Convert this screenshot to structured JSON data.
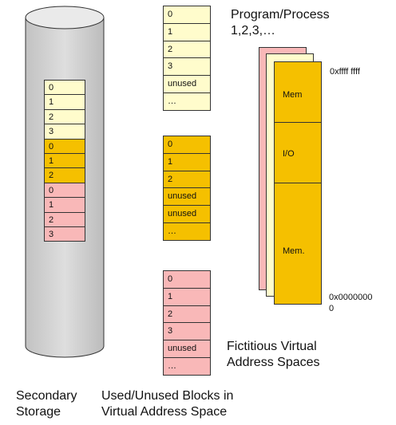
{
  "disk": {
    "blocks": [
      {
        "label": "0",
        "color": "#fffccc"
      },
      {
        "label": "1",
        "color": "#fffccc"
      },
      {
        "label": "2",
        "color": "#fffccc"
      },
      {
        "label": "3",
        "color": "#fffccc"
      },
      {
        "label": "0",
        "color": "#f5c000"
      },
      {
        "label": "1",
        "color": "#f5c000"
      },
      {
        "label": "2",
        "color": "#f5c000"
      },
      {
        "label": "0",
        "color": "#f9b8b8"
      },
      {
        "label": "1",
        "color": "#f9b8b8"
      },
      {
        "label": "2",
        "color": "#f9b8b8"
      },
      {
        "label": "3",
        "color": "#f9b8b8"
      }
    ],
    "label_line1": "Secondary",
    "label_line2": "Storage"
  },
  "virtual_spaces": [
    {
      "color": "#fffccc",
      "blocks": [
        "0",
        "1",
        "2",
        "3",
        "unused",
        "…"
      ]
    },
    {
      "color": "#f5c000",
      "blocks": [
        "0",
        "1",
        "2",
        "unused",
        "unused",
        "…"
      ]
    },
    {
      "color": "#f9b8b8",
      "blocks": [
        "0",
        "1",
        "2",
        "3",
        "unused",
        "…"
      ]
    }
  ],
  "blocks_label": {
    "line1": "Used/Unused Blocks in",
    "line2": "Virtual Address Space"
  },
  "process": {
    "title_line1": "Program/Process",
    "title_line2": "1,2,3,…",
    "segments": [
      "Mem",
      "I/O",
      "Mem."
    ],
    "addr_top": "0xffff ffff",
    "addr_bottom_line1": "0x0000000",
    "addr_bottom_line2": "0",
    "front_color": "#f5c000",
    "middle_color": "#fffccc",
    "back_color": "#f9b8b8"
  },
  "fictitious": {
    "line1": "Fictitious Virtual",
    "line2": "Address Spaces"
  }
}
